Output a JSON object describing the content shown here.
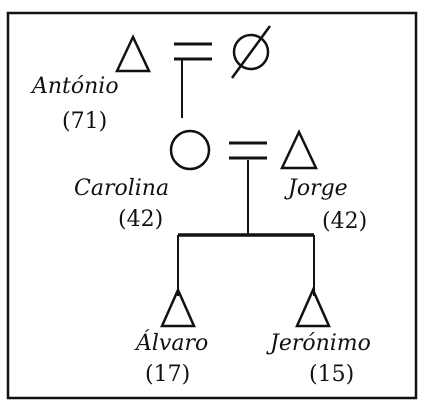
{
  "colors": {
    "ink": "#111111",
    "paper": "#ffffff"
  },
  "people": {
    "antonio": {
      "name": "António",
      "age": "(71)",
      "sex": "male"
    },
    "antonio_spouse": {
      "name": "",
      "age": "",
      "sex": "deceased-female"
    },
    "carolina": {
      "name": "Carolina",
      "age": "(42)",
      "sex": "female"
    },
    "jorge": {
      "name": "Jorge",
      "age": "(42)",
      "sex": "male"
    },
    "alvaro": {
      "name": "Álvaro",
      "age": "(17)",
      "sex": "male"
    },
    "jeronimo": {
      "name": "Jerónimo",
      "age": "(15)",
      "sex": "male"
    }
  },
  "icons": {
    "male": "triangle-icon",
    "female": "circle-icon",
    "deceased": "crossed-circle-icon",
    "marriage": "double-line-icon"
  }
}
